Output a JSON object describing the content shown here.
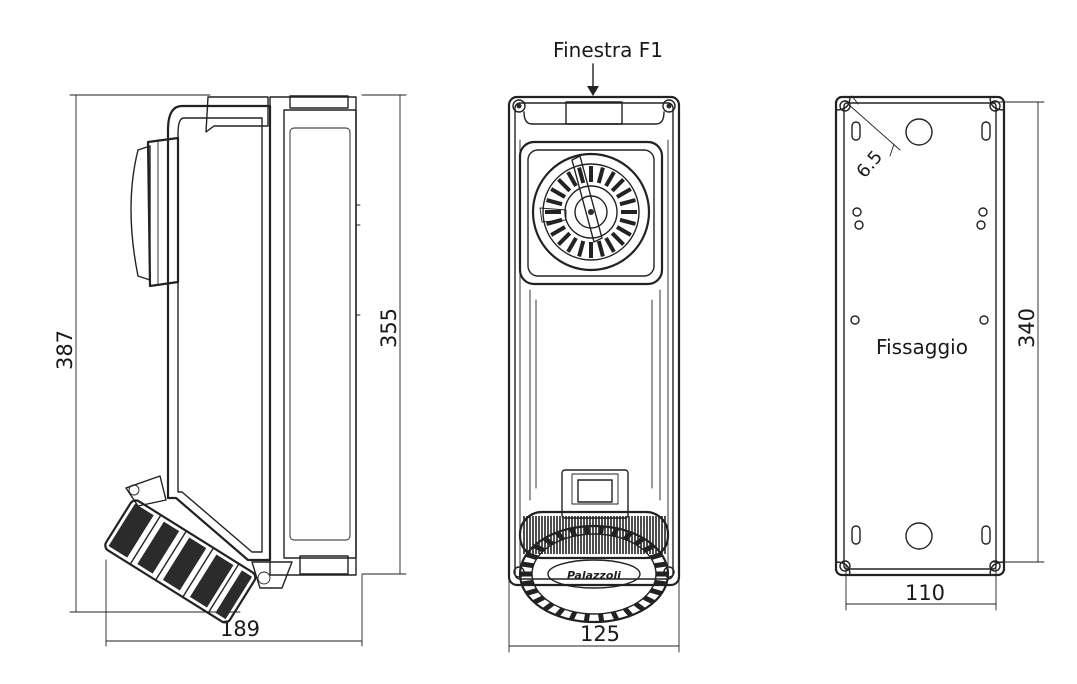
{
  "labels": {
    "window": "Finestra F1",
    "fixing": "Fissaggio",
    "fixing_hole": "6.5",
    "logo": "Palazzoli"
  },
  "dimensions": {
    "side_height": "387",
    "side_body_height": "355",
    "side_depth": "189",
    "front_width": "125",
    "back_width": "110",
    "back_fixing_height": "340"
  },
  "colors": {
    "line": "#222222",
    "background": "#ffffff"
  }
}
